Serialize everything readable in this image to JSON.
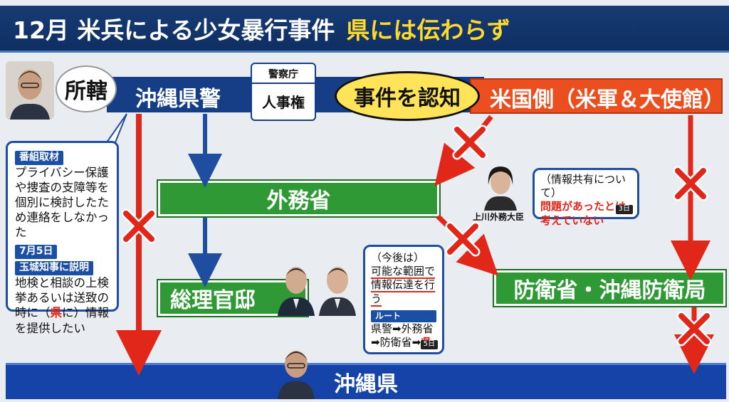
{
  "title": {
    "main": "12月 米兵による少女暴行事件",
    "accent": "県には伝わらず"
  },
  "top_row": {
    "jurisdiction": "所轄",
    "okinawa_police": "沖縄県警",
    "npa_title": "警察庁",
    "npa_power": "人事権",
    "recognized": "事件を認知",
    "us_side": "米国側（米軍＆大使館）"
  },
  "boxes": {
    "mofa": "外務省",
    "kantei": "総理官邸",
    "mod": "防衛省・沖縄防衛局",
    "okinawa_pref": "沖縄県"
  },
  "left_note": {
    "tag1": "番組取材",
    "text1": "プライバシー保護や捜査の支障等を個別に検討したため連絡をしなかった",
    "tag2": "7月5日",
    "tag2b": "玉城知事に説明",
    "text2a": "地検と相談の上検挙あるいは送致の時に（",
    "text2b": "県",
    "text2c": "に）情報を提供したい"
  },
  "kishida_note": {
    "line1": "（今後は）",
    "line2": "可能な範囲で",
    "line3": "情報伝達を行う",
    "route_tag": "ルート",
    "route_line1": "県警➡外務省",
    "route_line2a": "➡防衛省➡",
    "route_line2b": "県",
    "day": "5日"
  },
  "kamikawa_note": {
    "line1": "（情報共有について）",
    "line2": "問題があったとは",
    "line3": "考えていない",
    "day": "3日",
    "caption": "上川外務大臣"
  },
  "colors": {
    "navy": "#153e87",
    "red_band": "#eb4f1f",
    "green": "#2f9a35",
    "arrow_red": "#e1261a",
    "arrow_blue": "#1f4ea0",
    "yellow": "#ffe45a"
  }
}
